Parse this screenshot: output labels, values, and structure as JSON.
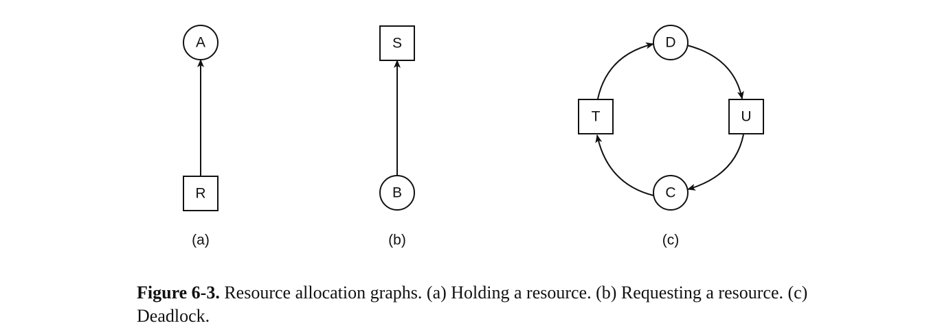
{
  "panels": [
    {
      "id": "a",
      "label": "(a)",
      "nodes": [
        {
          "id": "A",
          "label": "A",
          "shape": "circle",
          "kind": "process"
        },
        {
          "id": "R",
          "label": "R",
          "shape": "square",
          "kind": "resource"
        }
      ],
      "edges": [
        {
          "from": "R",
          "to": "A"
        }
      ]
    },
    {
      "id": "b",
      "label": "(b)",
      "nodes": [
        {
          "id": "S",
          "label": "S",
          "shape": "square",
          "kind": "resource"
        },
        {
          "id": "B",
          "label": "B",
          "shape": "circle",
          "kind": "process"
        }
      ],
      "edges": [
        {
          "from": "B",
          "to": "S"
        }
      ]
    },
    {
      "id": "c",
      "label": "(c)",
      "nodes": [
        {
          "id": "D",
          "label": "D",
          "shape": "circle",
          "kind": "process"
        },
        {
          "id": "U",
          "label": "U",
          "shape": "square",
          "kind": "resource"
        },
        {
          "id": "C",
          "label": "C",
          "shape": "circle",
          "kind": "process"
        },
        {
          "id": "T",
          "label": "T",
          "shape": "square",
          "kind": "resource"
        }
      ],
      "edges": [
        {
          "from": "D",
          "to": "U"
        },
        {
          "from": "U",
          "to": "C"
        },
        {
          "from": "C",
          "to": "T"
        },
        {
          "from": "T",
          "to": "D"
        }
      ]
    }
  ],
  "caption": {
    "figure_number": "Figure 6-3.",
    "text": "Resource allocation graphs.  (a) Holding a resource.  (b) Requesting a resource.  (c) Deadlock."
  }
}
